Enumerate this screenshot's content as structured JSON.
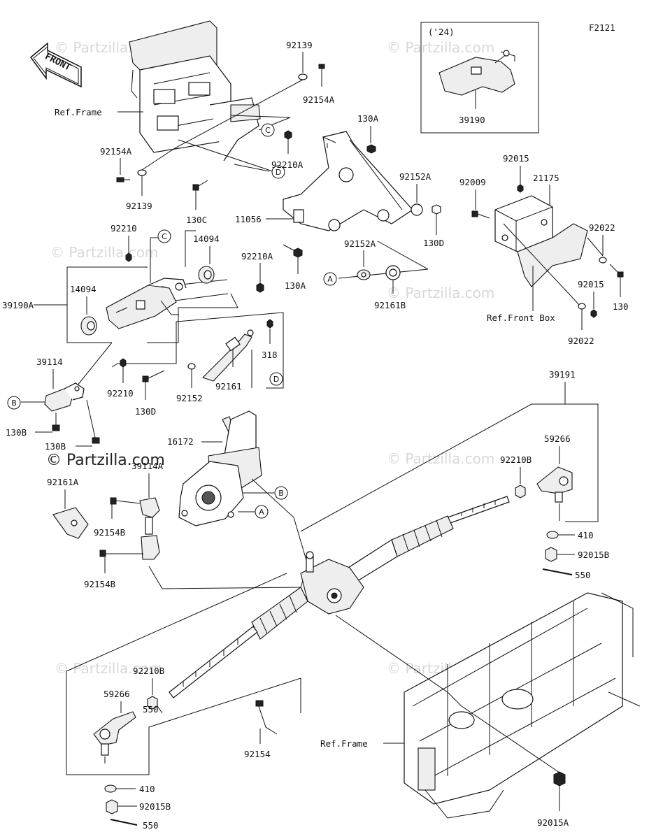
{
  "figure_code": "F2121",
  "front_arrow": "FRONT",
  "year_box": "('24)",
  "watermark": "© Partzilla.com",
  "watermark_main": "© Partzilla.com",
  "labels": {
    "92139_top": "92139",
    "92154A_top": "92154A",
    "ref_frame_top": "Ref.Frame",
    "130A_top": "130A",
    "39190": "39190",
    "92154A_left": "92154A",
    "92210A_top": "92210A",
    "92139_left": "92139",
    "130C": "130C",
    "11056": "11056",
    "92152A_top": "92152A",
    "130D_right": "130D",
    "92015_top": "92015",
    "92009": "92009",
    "21175": "21175",
    "92022_top": "92022",
    "92015_mid": "92015",
    "130_right": "130",
    "ref_front_box": "Ref.Front Box",
    "92022_bottom": "92022",
    "92210_top": "92210",
    "14094_top": "14094",
    "92210A_mid": "92210A",
    "130A_mid": "130A",
    "92152A_mid": "92152A",
    "92161B": "92161B",
    "39190A": "39190A",
    "14094_left": "14094",
    "318": "318",
    "39114": "39114",
    "92210_mid": "92210",
    "130D_mid": "130D",
    "92152": "92152",
    "92161": "92161",
    "130B_a": "130B",
    "130B_b": "130B",
    "16172": "16172",
    "39191": "39191",
    "59266_right": "59266",
    "92210B_right": "92210B",
    "39114A": "39114A",
    "92161A": "92161A",
    "92154B_a": "92154B",
    "92154B_b": "92154B",
    "410_right": "410",
    "92015B_right": "92015B",
    "550_right": "550",
    "92210B_left": "92210B",
    "59266_left": "59266",
    "550_left": "550",
    "92154_bottom": "92154",
    "ref_frame_bottom": "Ref.Frame",
    "410_left": "410",
    "92015B_left": "92015B",
    "92015A": "92015A"
  },
  "callouts": {
    "c_top": "C",
    "d_top": "D",
    "c_mid": "C",
    "d_mid": "D",
    "a_mid": "A",
    "b_left": "B",
    "b_motor": "B",
    "a_motor": "A"
  }
}
